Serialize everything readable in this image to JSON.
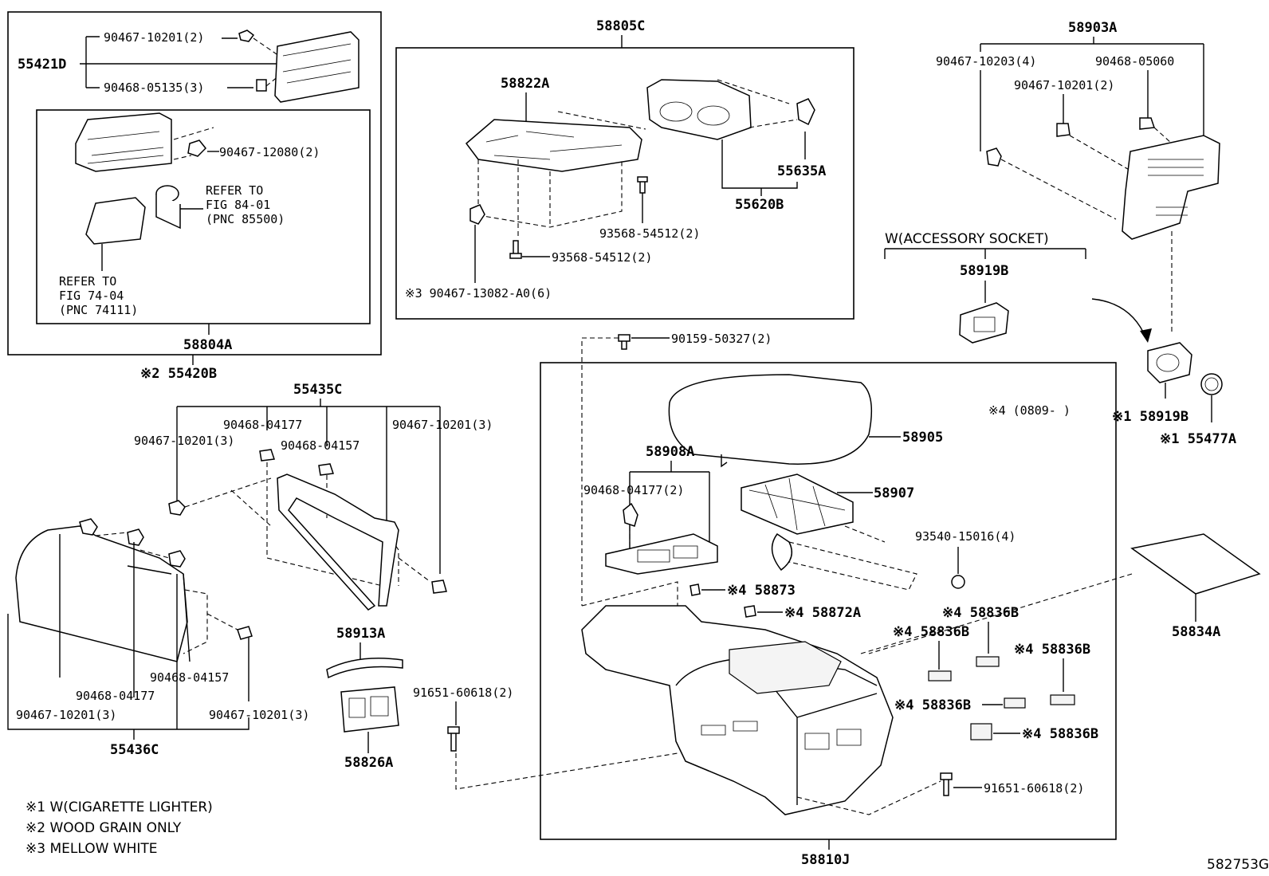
{
  "figure_id": "582753G",
  "groups": {
    "g55420B": "※2 55420B",
    "g58804A": "58804A",
    "g55421D": "55421D",
    "g58805C": "58805C",
    "g58822A": "58822A",
    "g55620B": "55620B",
    "g55635A": "55635A",
    "g58903A": "58903A",
    "g55435C": "55435C",
    "g55436C": "55436C",
    "g58913A": "58913A",
    "g58826A": "58826A",
    "g58810J": "58810J",
    "g58905": "58905",
    "g58907": "58907",
    "g58908A": "58908A",
    "g58834A": "58834A",
    "g58919B": "58919B",
    "g58919B_1": "※1 58919B",
    "g55477A_1": "※1 55477A"
  },
  "parts": {
    "p90467_10201_2_a": "90467-10201(2)",
    "p90468_05135_3": "90468-05135(3)",
    "p90467_12080_2": "90467-12080(2)",
    "p93568_54512_2_a": "93568-54512(2)",
    "p93568_54512_2_b": "93568-54512(2)",
    "p90467_13082": "※3 90467-13082-A0(6)",
    "p90467_10203_4": "90467-10203(4)",
    "p90468_05060": "90468-05060",
    "p90467_10201_2_b": "90467-10201(2)",
    "p90159_50327_2": "90159-50327(2)",
    "p90468_04177": "90468-04177",
    "p90468_04157": "90468-04157",
    "p90467_10201_3_a": "90467-10201(3)",
    "p90467_10201_3_b": "90467-10201(3)",
    "p90468_04177_2": "90468-04177(2)",
    "p93540_15016_4": "93540-15016(4)",
    "p58873": "※4 58873",
    "p58872A": "※4 58872A",
    "p58836B_1": "※4 58836B",
    "p58836B_2": "※4 58836B",
    "p58836B_3": "※4 58836B",
    "p58836B_4": "※4 58836B",
    "p58836B_5": "※4 58836B",
    "p91651_60618_2_a": "91651-60618(2)",
    "p91651_60618_2_b": "91651-60618(2)",
    "p90467_10201_3_c": "90467-10201(3)",
    "p90468_04177_b": "90468-04177",
    "p90468_04157_b": "90468-04157",
    "p90467_10201_3_d": "90467-10201(3)"
  },
  "refs": {
    "refer_fig84_1": "REFER TO",
    "refer_fig84_2": "FIG 84-01",
    "refer_fig84_3": "(PNC 85500)",
    "refer_fig74_1": "REFER TO",
    "refer_fig74_2": "FIG 74-04",
    "refer_fig74_3": "(PNC 74111)",
    "accessory_socket": "W(ACCESSORY SOCKET)",
    "note4_date": "※4 (0809-    )"
  },
  "notes": [
    "※1 W(CIGARETTE LIGHTER)",
    "※2 WOOD GRAIN ONLY",
    "※3 MELLOW WHITE"
  ]
}
